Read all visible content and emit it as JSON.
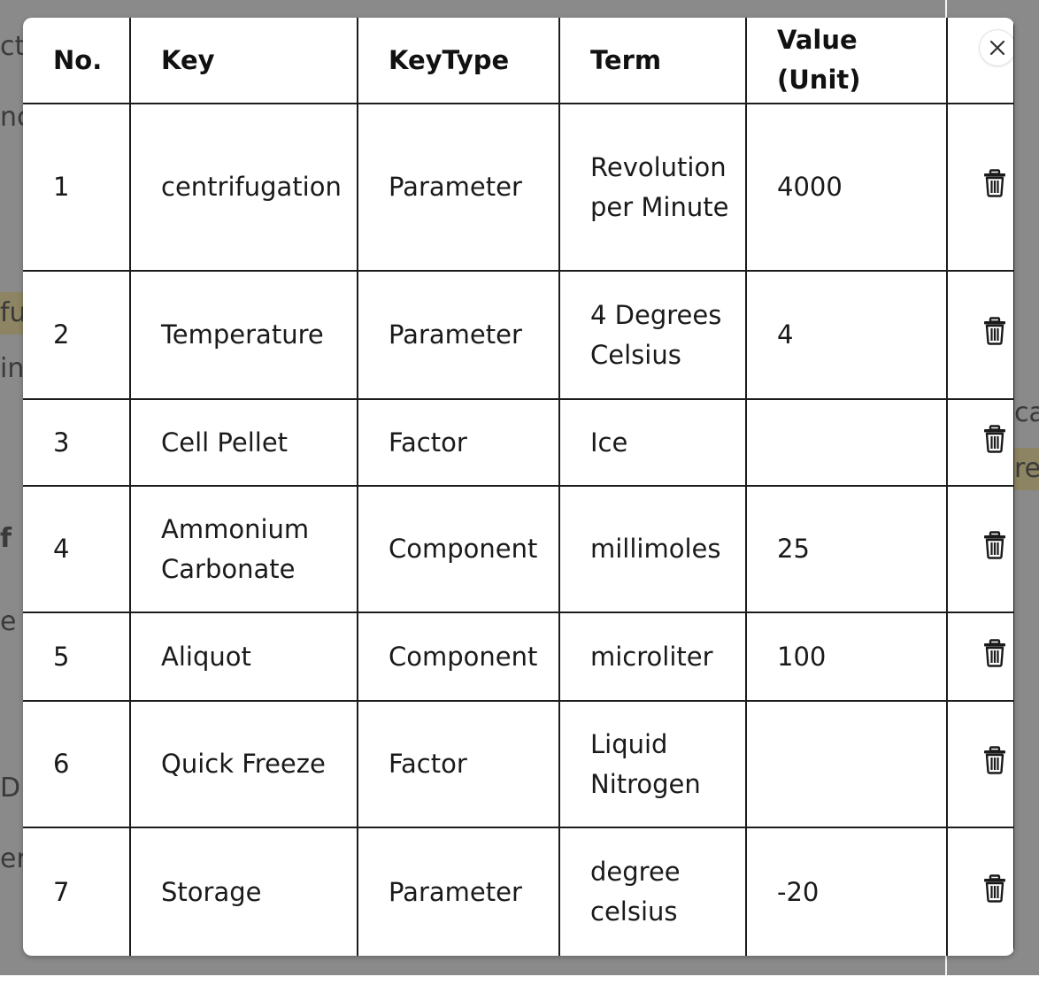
{
  "backdrop": {
    "fragments": [
      "ct",
      "nc",
      "fu",
      "in",
      "f",
      "e L",
      "ca",
      "re",
      "DH",
      "er"
    ]
  },
  "modal": {
    "close_icon": "close-icon",
    "delete_icon": "trash-icon",
    "columns": [
      "No.",
      "Key",
      "KeyType",
      "Term",
      "Value (Unit)"
    ],
    "rows": [
      {
        "no": "1",
        "key": "centrifugation",
        "key_type": "Parameter",
        "term": "Revolution per Minute",
        "value": "4000"
      },
      {
        "no": "2",
        "key": "Temperature",
        "key_type": "Parameter",
        "term": "4 Degrees Celsius",
        "value": "4"
      },
      {
        "no": "3",
        "key": "Cell Pellet",
        "key_type": "Factor",
        "term": "Ice",
        "value": ""
      },
      {
        "no": "4",
        "key": "Ammonium Carbonate",
        "key_type": "Component",
        "term": "millimoles",
        "value": "25"
      },
      {
        "no": "5",
        "key": "Aliquot",
        "key_type": "Component",
        "term": "microliter",
        "value": "100"
      },
      {
        "no": "6",
        "key": "Quick Freeze",
        "key_type": "Factor",
        "term": "Liquid Nitrogen",
        "value": ""
      },
      {
        "no": "7",
        "key": "Storage",
        "key_type": "Parameter",
        "term": "degree celsius",
        "value": "-20"
      }
    ]
  },
  "colors": {
    "backdrop": "#8a8a8a",
    "highlight": "#8c8462",
    "table_border": "#1c1c1c",
    "modal_bg": "#ffffff"
  }
}
